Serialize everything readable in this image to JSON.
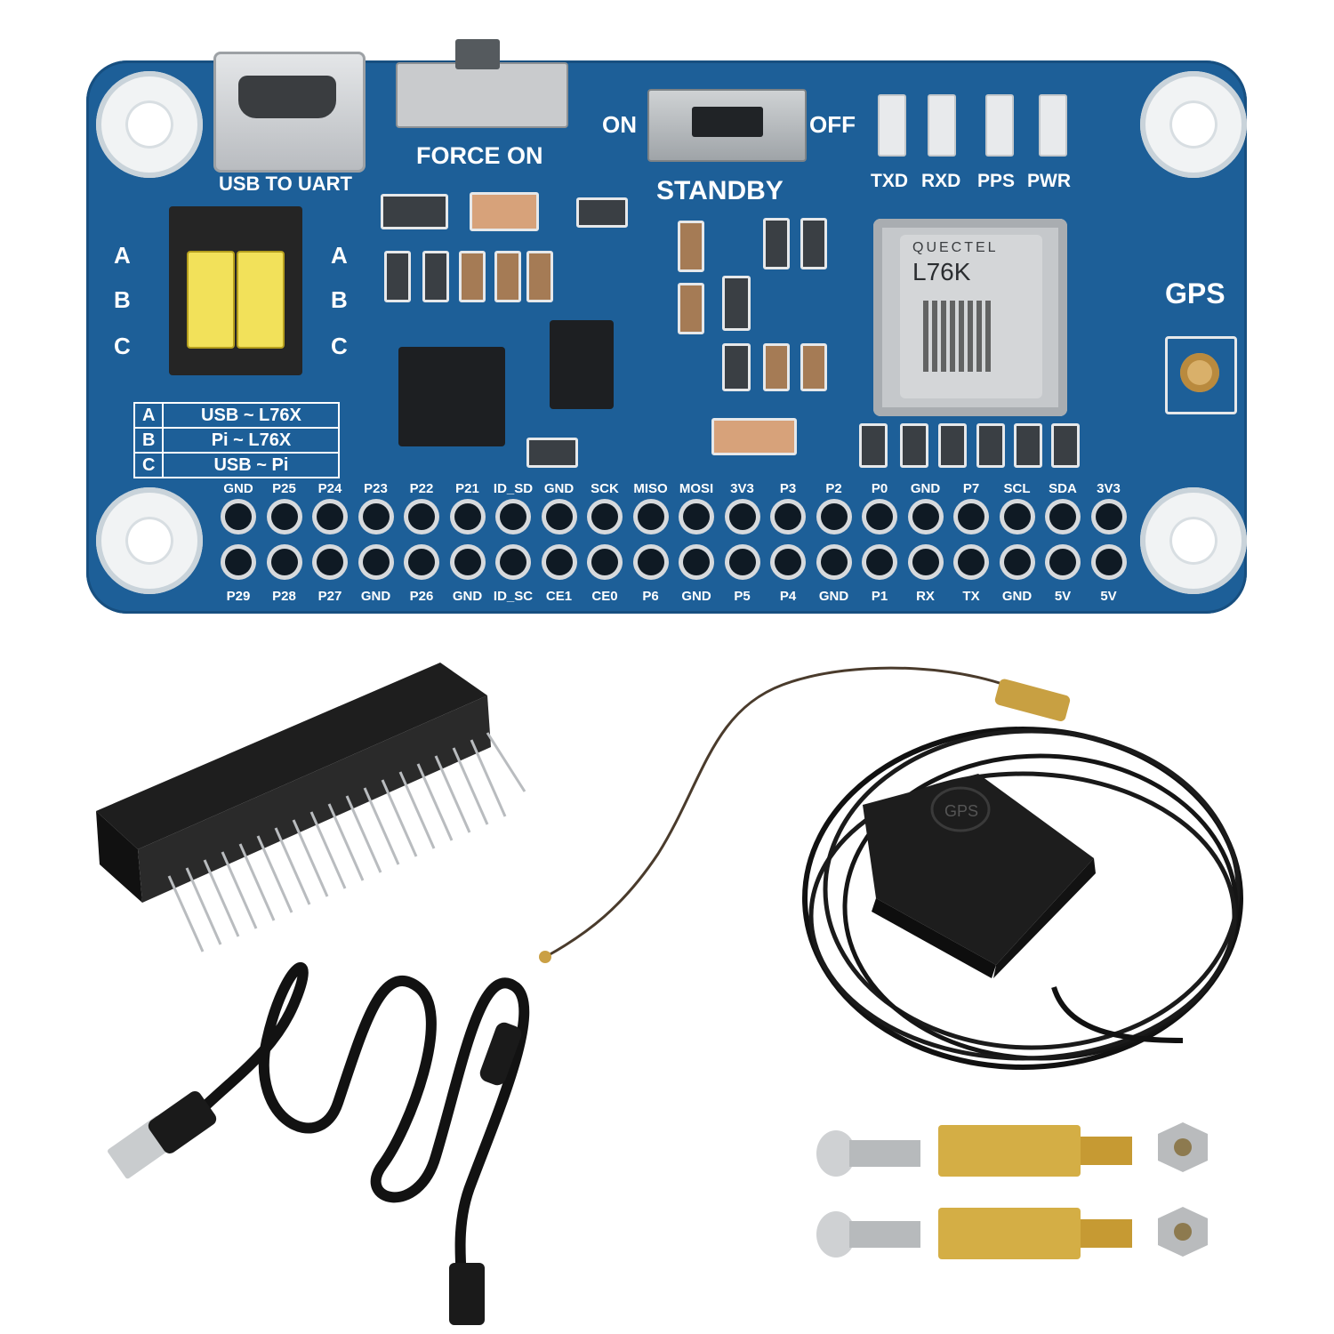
{
  "board": {
    "usb_label": "USB TO UART",
    "force_label": "FORCE ON",
    "on_label": "ON",
    "off_label": "OFF",
    "standby_label": "STANDBY",
    "leds": [
      "TXD",
      "RXD",
      "PPS",
      "PWR"
    ],
    "gps_label": "GPS",
    "module": {
      "brand": "QUECTEL",
      "model": "L76K"
    },
    "jumper_letters": [
      "A",
      "B",
      "C"
    ],
    "jumper_table": [
      {
        "key": "A",
        "desc": "USB ~ L76X"
      },
      {
        "key": "B",
        "desc": "Pi ~ L76X"
      },
      {
        "key": "C",
        "desc": "USB ~ Pi"
      }
    ],
    "pins_top": [
      "GND",
      "P25",
      "P24",
      "P23",
      "P22",
      "P21",
      "ID_SD",
      "GND",
      "SCK",
      "MISO",
      "MOSI",
      "3V3",
      "P3",
      "P2",
      "P0",
      "GND",
      "P7",
      "SCL",
      "SDA",
      "3V3"
    ],
    "pins_bottom": [
      "P29",
      "P28",
      "P27",
      "GND",
      "P26",
      "GND",
      "ID_SC",
      "CE1",
      "CE0",
      "P6",
      "GND",
      "P5",
      "P4",
      "GND",
      "P1",
      "RX",
      "TX",
      "GND",
      "5V",
      "5V"
    ]
  },
  "accessories": {
    "antenna_label": "GPS"
  },
  "colors": {
    "pcb": "#1d5f98",
    "silkscreen": "#ffffff",
    "jumper": "#f2e15a",
    "brass": "#c9a437"
  }
}
